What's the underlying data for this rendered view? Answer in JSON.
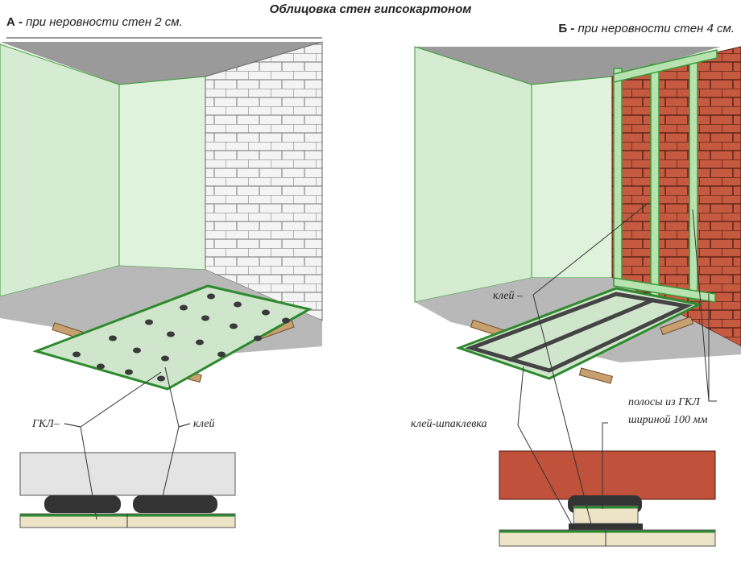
{
  "title": "Облицовка стен гипсокартоном",
  "panel_a": {
    "letter": "А -",
    "caption": "при неровности стен 2 см.",
    "labels": {
      "gkl": "ГКЛ–",
      "glue": "клей"
    }
  },
  "panel_b": {
    "letter": "Б -",
    "caption": "при неровности стен 4 см.",
    "labels": {
      "glue": "клей –",
      "glue_putty": "клей-шпаклевка",
      "strips_1": "полосы из ГКЛ",
      "strips_2": "шириной 100 мм"
    }
  },
  "colors": {
    "wall_green": "#d5ecd3",
    "edge_green": "#3a9a3a",
    "brick_red": "#c0513a",
    "ceiling": "#9a9a9a",
    "floor": "#b5b5b5"
  }
}
